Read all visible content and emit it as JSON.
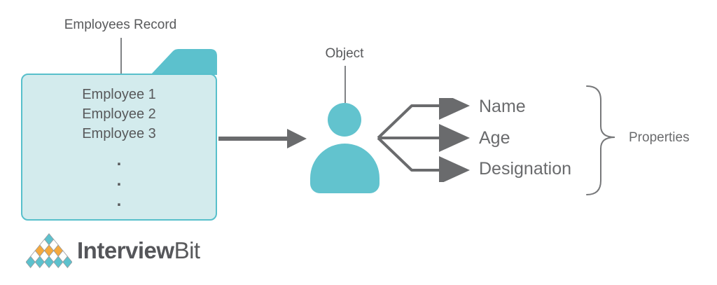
{
  "colors": {
    "teal": "#5CC1CD",
    "teal_fill_light": "#D3EBED",
    "teal_border": "#57BFCB",
    "orange": "#F5A93D",
    "text_dark": "#58595B",
    "arrow_gray": "#6A6B6D",
    "line_gray": "#808285",
    "logo_text_gray": "#55565A"
  },
  "folder": {
    "label": "Employees Record",
    "items": [
      "Employee 1",
      "Employee 2",
      "Employee 3"
    ],
    "dots": [
      ".",
      ".",
      "."
    ]
  },
  "object": {
    "label": "Object"
  },
  "properties": {
    "items": [
      "Name",
      "Age",
      "Designation"
    ],
    "group_label": "Properties"
  },
  "logo": {
    "text_bold": "Interview",
    "text_light": "Bit"
  }
}
